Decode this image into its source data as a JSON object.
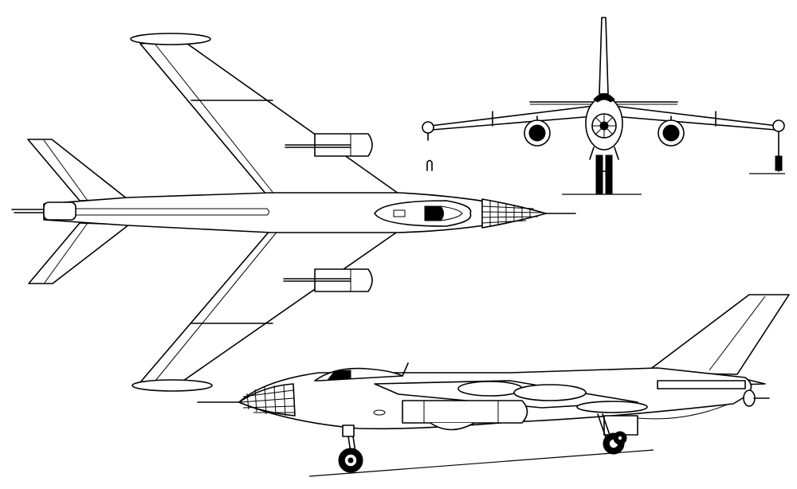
{
  "drawing": {
    "views": [
      "plan-view",
      "front-view",
      "side-view"
    ],
    "line_color": "#000000",
    "background_color": "#ffffff"
  }
}
